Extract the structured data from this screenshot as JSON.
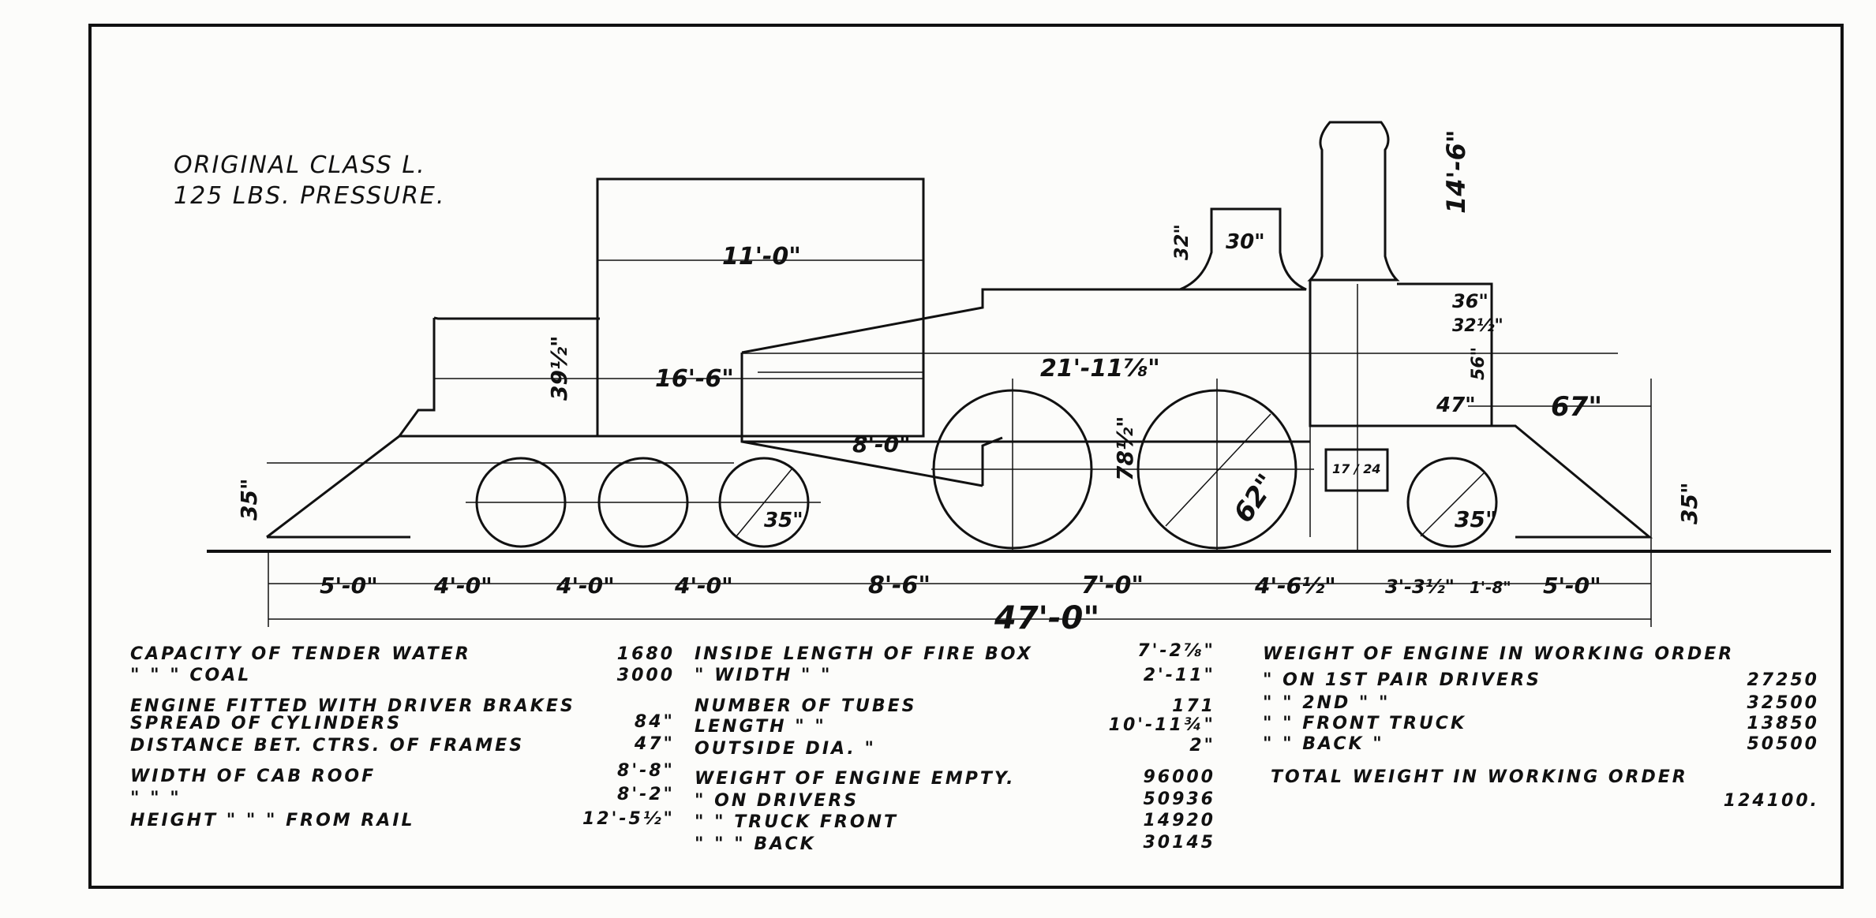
{
  "title": {
    "line1": "ORIGINAL CLASS L.",
    "line2": "125 LBS. PRESSURE."
  },
  "dimensions": {
    "tender_width": "11'-0\"",
    "tender_tank_height": "39½\"",
    "tender_length": "16'-6\"",
    "dome_height": "32\"",
    "dome_dia": "30\"",
    "stack_height": "14'-6\"",
    "cab_36": "36\"",
    "cab_32": "32½\"",
    "boiler_length": "21'-11⅞\"",
    "firebox": "8'-0\"",
    "wheel_78": "78½\"",
    "driver_dia": "62\"",
    "dim_47": "47\"",
    "dim_67": "67\"",
    "dim_56": "56\"",
    "rear_35": "35\"",
    "front_35": "35\"",
    "truck_dia_1": "35\"",
    "truck_dia_2": "35\"",
    "cylinder": "17 / 24",
    "s1": "5'-0\"",
    "s2": "4'-0\"",
    "s3": "4'-0\"",
    "s4": "4'-0\"",
    "s5": "8'-6\"",
    "s6": "7'-0\"",
    "s7": "4'-6½\"",
    "s8": "3'-3½\"",
    "s9": "1'-8\"",
    "s10": "5'-0\"",
    "total": "47'-0\""
  },
  "table_left": [
    {
      "label": "CAPACITY OF TENDER WATER",
      "value": "1680"
    },
    {
      "label": "   \"      \"      \"       COAL",
      "value": "3000"
    },
    {
      "label": "ENGINE FITTED WITH DRIVER BRAKES",
      "value": ""
    },
    {
      "label": "SPREAD OF CYLINDERS",
      "value": "84\""
    },
    {
      "label": "DISTANCE BET. CTRS. OF FRAMES",
      "value": "47\""
    },
    {
      "label": "WIDTH OF CAB ROOF",
      "value": "8'-8\""
    },
    {
      "label": "     \"      \"      \"",
      "value": "8'-2\""
    },
    {
      "label": "HEIGHT \"   \"    \" FROM RAIL",
      "value": "12'-5½\""
    }
  ],
  "table_mid": [
    {
      "label": "INSIDE LENGTH OF FIRE BOX",
      "value": "7'-2⅞\""
    },
    {
      "label": "   \"      WIDTH   \"    \"",
      "value": "2'-11\""
    },
    {
      "label": "",
      "value": ""
    },
    {
      "label": "NUMBER OF TUBES",
      "value": "171"
    },
    {
      "label": "LENGTH   \"    \"",
      "value": "10'-11¾\""
    },
    {
      "label": "OUTSIDE DIA.   \"",
      "value": "2\""
    },
    {
      "label": "WEIGHT OF ENGINE EMPTY.",
      "value": "96000"
    },
    {
      "label": "   \"    ON DRIVERS",
      "value": "50936"
    },
    {
      "label": "   \"    \"  TRUCK FRONT",
      "value": "14920"
    },
    {
      "label": "   \"    \"    \"    BACK",
      "value": "30145"
    }
  ],
  "table_right": [
    {
      "label": "WEIGHT OF ENGINE IN WORKING ORDER",
      "value": ""
    },
    {
      "label": "   \"    ON 1ST PAIR DRIVERS",
      "value": "27250"
    },
    {
      "label": "   \"    \"  2ND   \"      \"",
      "value": "32500"
    },
    {
      "label": "   \"    \"  FRONT TRUCK",
      "value": "13850"
    },
    {
      "label": "   \"    \"  BACK     \"",
      "value": "50500"
    },
    {
      "label": "TOTAL WEIGHT IN WORKING ORDER",
      "value": ""
    },
    {
      "label": "",
      "value": "124100."
    }
  ]
}
